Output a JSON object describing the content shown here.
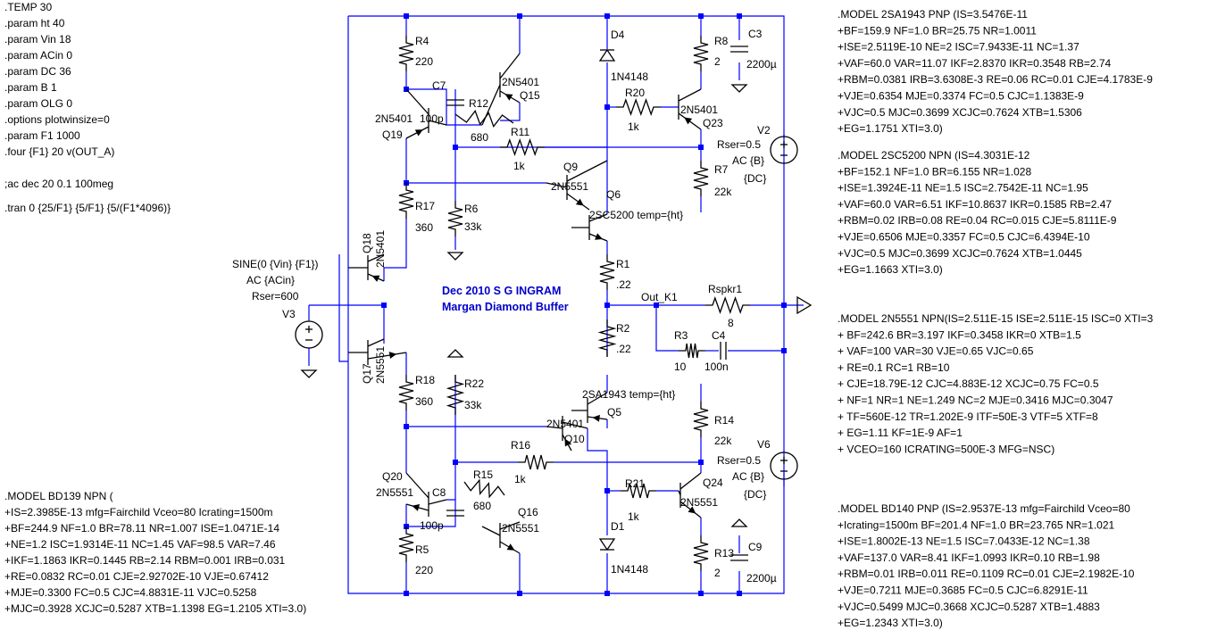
{
  "directives": [
    ".TEMP 30",
    ".param ht 40",
    ".param Vin 18",
    ".param ACin 0",
    ".param DC  36",
    ".param B 1",
    ".param OLG 0",
    ".options plotwinsize=0",
    ".param F1 1000",
    ".four {F1} 20 v(OUT_A)"
  ],
  "ac_cmd": ";ac dec 20 0.1 100meg",
  "tran_cmd": ".tran 0 {25/F1} {5/F1} {5/(F1*4096)}",
  "title_lines": [
    "Dec 2010 S G INGRAM",
    "Margan Diamond Buffer"
  ],
  "net_label": "Out_K1",
  "components": {
    "R4": {
      "ref": "R4",
      "value": "220"
    },
    "R12": {
      "ref": "R12",
      "value": "680"
    },
    "R11": {
      "ref": "R11",
      "value": "1k"
    },
    "R6": {
      "ref": "R6",
      "value": "33k"
    },
    "R17": {
      "ref": "R17",
      "value": "360"
    },
    "R20": {
      "ref": "R20",
      "value": "1k"
    },
    "R8": {
      "ref": "R8",
      "value": "2"
    },
    "R7": {
      "ref": "R7",
      "value": "22k"
    },
    "R1": {
      "ref": "R1",
      "value": ".22"
    },
    "R2": {
      "ref": "R2",
      "value": ".22"
    },
    "R3": {
      "ref": "R3",
      "value": "10"
    },
    "Rspkr1": {
      "ref": "Rspkr1",
      "value": "8"
    },
    "R18": {
      "ref": "R18",
      "value": "360"
    },
    "R22": {
      "ref": "R22",
      "value": "33k"
    },
    "R16": {
      "ref": "R16",
      "value": "1k"
    },
    "R15": {
      "ref": "R15",
      "value": "680"
    },
    "R5": {
      "ref": "R5",
      "value": "220"
    },
    "R21": {
      "ref": "R21",
      "value": "1k"
    },
    "R14": {
      "ref": "R14",
      "value": "22k"
    },
    "R13": {
      "ref": "R13",
      "value": "2"
    },
    "C7": {
      "ref": "C7",
      "value": "100p"
    },
    "C8": {
      "ref": "C8",
      "value": "100p"
    },
    "C3": {
      "ref": "C3",
      "value": "2200µ"
    },
    "C9": {
      "ref": "C9",
      "value": "2200µ"
    },
    "C4": {
      "ref": "C4",
      "value": "100n"
    },
    "D4": {
      "ref": "D4",
      "value": "1N4148"
    },
    "D1": {
      "ref": "D1",
      "value": "1N4148"
    },
    "Q15": {
      "ref": "Q15",
      "value": "2N5401"
    },
    "Q19": {
      "ref": "Q19",
      "value": "2N5401"
    },
    "Q9": {
      "ref": "Q9",
      "value": "2N5551"
    },
    "Q6": {
      "ref": "Q6",
      "value": "2SC5200 temp={ht}"
    },
    "Q23": {
      "ref": "Q23",
      "value": "2N5401"
    },
    "Q18": {
      "ref": "Q18",
      "value": "2N5401"
    },
    "Q17": {
      "ref": "Q17",
      "value": "2N5551"
    },
    "Q5": {
      "ref": "Q5",
      "value": "2SA1943 temp={ht}"
    },
    "Q10": {
      "ref": "Q10",
      "value": "2N5401"
    },
    "Q20": {
      "ref": "Q20",
      "value": "2N5551"
    },
    "Q16": {
      "ref": "Q16",
      "value": "2N5551"
    },
    "Q24": {
      "ref": "Q24",
      "value": "2N5551"
    }
  },
  "sources": {
    "V3": {
      "ref": "V3",
      "line1": "SINE(0 {Vin} {F1})",
      "line2": "AC {ACin}",
      "line3": "Rser=600"
    },
    "V2": {
      "ref": "V2",
      "line1": "Rser=0.5",
      "line2": "AC {B}",
      "line3": "{DC}"
    },
    "V6": {
      "ref": "V6",
      "line1": "Rser=0.5",
      "line2": "AC {B}",
      "line3": "{DC}"
    }
  },
  "models": {
    "m2sa1943": [
      ".MODEL 2SA1943 PNP (IS=3.5476E-11",
      "+BF=159.9 NF=1.0 BR=25.75 NR=1.0011",
      "+ISE=2.5119E-10 NE=2 ISC=7.9433E-11 NC=1.37",
      "+VAF=60.0 VAR=11.07 IKF=2.8370 IKR=0.3548 RB=2.74",
      "+RBM=0.0381 IRB=3.6308E-3 RE=0.06 RC=0.01 CJE=4.1783E-9",
      "+VJE=0.6354 MJE=0.3374 FC=0.5 CJC=1.1383E-9",
      "+VJC=0.5 MJC=0.3699 XCJC=0.7624 XTB=1.5306",
      "+EG=1.1751 XTI=3.0)"
    ],
    "m2sc5200": [
      ".MODEL 2SC5200 NPN (IS=4.3031E-12",
      "+BF=152.1 NF=1.0 BR=6.155 NR=1.028",
      "+ISE=1.3924E-11 NE=1.5 ISC=2.7542E-11 NC=1.95",
      "+VAF=60.0 VAR=6.51 IKF=10.8637 IKR=0.1585 RB=2.47",
      "+RBM=0.02 IRB=0.08 RE=0.04 RC=0.015 CJE=5.8111E-9",
      "+VJE=0.6506 MJE=0.3357 FC=0.5 CJC=6.4394E-10",
      "+VJC=0.5 MJC=0.3699 XCJC=0.7624 XTB=1.0445",
      "+EG=1.1663 XTI=3.0)"
    ],
    "m2n5551": [
      ".MODEL 2N5551 NPN(IS=2.511E-15 ISE=2.511E-15 ISC=0 XTI=3",
      "+ BF=242.6 BR=3.197 IKF=0.3458 IKR=0 XTB=1.5",
      "+ VAF=100 VAR=30 VJE=0.65 VJC=0.65",
      "+ RE=0.1 RC=1 RB=10",
      "+ CJE=18.79E-12 CJC=4.883E-12 XCJC=0.75 FC=0.5",
      "+ NF=1 NR=1 NE=1.249 NC=2 MJE=0.3416 MJC=0.3047",
      "+ TF=560E-12 TR=1.202E-9 ITF=50E-3 VTF=5 XTF=8",
      "+ EG=1.11 KF=1E-9 AF=1",
      "+ VCEO=160 ICRATING=500E-3 MFG=NSC)"
    ],
    "mbd139": [
      ".MODEL BD139 NPN (",
      "+IS=2.3985E-13 mfg=Fairchild Vceo=80 Icrating=1500m",
      "+BF=244.9 NF=1.0 BR=78.11 NR=1.007 ISE=1.0471E-14",
      "+NE=1.2 ISC=1.9314E-11 NC=1.45 VAF=98.5 VAR=7.46",
      "+IKF=1.1863 IKR=0.1445 RB=2.14 RBM=0.001 IRB=0.031",
      "+RE=0.0832 RC=0.01 CJE=2.92702E-10 VJE=0.67412",
      "+MJE=0.3300 FC=0.5 CJC=4.8831E-11 VJC=0.5258",
      "+MJC=0.3928 XCJC=0.5287 XTB=1.1398 EG=1.2105 XTI=3.0)"
    ],
    "mbd140": [
      ".MODEL BD140 PNP (IS=2.9537E-13 mfg=Fairchild Vceo=80",
      "+Icrating=1500m BF=201.4 NF=1.0 BR=23.765 NR=1.021",
      "+ISE=1.8002E-13 NE=1.5 ISC=7.0433E-12 NC=1.38",
      "+VAF=137.0 VAR=8.41 IKF=1.0993 IKR=0.10 RB=1.98",
      "+RBM=0.01 IRB=0.011 RE=0.1109 RC=0.01 CJE=2.1982E-10",
      "+VJE=0.7211 MJE=0.3685 FC=0.5 CJC=6.8291E-11",
      "+VJC=0.5499 MJC=0.3668 XCJC=0.5287 XTB=1.4883",
      "+EG=1.2343 XTI=3.0)"
    ]
  }
}
